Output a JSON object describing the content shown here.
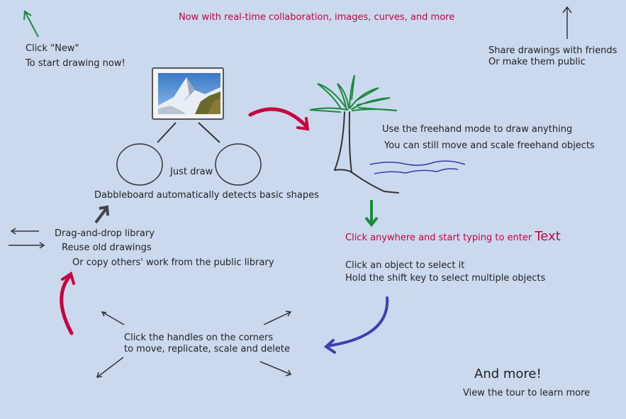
{
  "banner": "Now with real-time collaboration, images, curves, and more",
  "start": {
    "line1": "Click \"New\"",
    "line2": "To start drawing now!"
  },
  "share": {
    "line1": "Share drawings with friends",
    "line2": "Or make them public"
  },
  "shapes": {
    "just_draw": "Just draw",
    "detect": "Dabbleboard automatically detects basic shapes"
  },
  "freehand": {
    "line1": "Use the freehand mode to draw anything",
    "line2": "You can still move and scale freehand objects"
  },
  "library": {
    "line1": "Drag-and-drop library",
    "line2": "Reuse old drawings",
    "line3": "Or copy others' work from the public library"
  },
  "typing": {
    "prefix": "Click anywhere and start typing to enter ",
    "big": "Text"
  },
  "select": {
    "line1": "Click an object to select it",
    "line2": "Hold the shift key to select multiple objects"
  },
  "handles": {
    "line1": "Click the handles on the corners",
    "line2": "to move, replicate, scale and delete"
  },
  "more": {
    "title": "And more!",
    "sub": "View the tour to learn more"
  },
  "colors": {
    "background": "#cbd9ef",
    "accent_red": "#c8003c",
    "accent_green": "#1a8a3a",
    "accent_blue": "#4040b0",
    "ink": "#333333"
  }
}
